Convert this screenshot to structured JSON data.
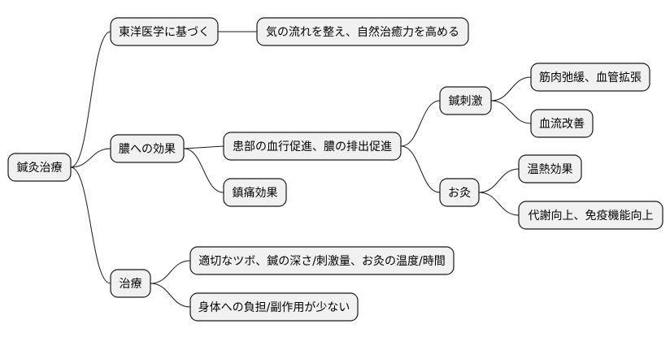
{
  "mindmap": {
    "root": {
      "id": "root",
      "label": "鍼灸治療"
    },
    "nodes": [
      {
        "id": "eastern",
        "label": "東洋医学に基づく",
        "parent": "root"
      },
      {
        "id": "qi",
        "label": "気の流れを整え、自然治癒力を高める",
        "parent": "eastern"
      },
      {
        "id": "pus",
        "label": "膿への効果",
        "parent": "root"
      },
      {
        "id": "promote",
        "label": "患部の血行促進、膿の排出促進",
        "parent": "pus"
      },
      {
        "id": "needle",
        "label": "鍼刺激",
        "parent": "promote"
      },
      {
        "id": "muscle",
        "label": "筋肉弛緩、血管拡張",
        "parent": "needle"
      },
      {
        "id": "blood",
        "label": "血流改善",
        "parent": "needle"
      },
      {
        "id": "moxa",
        "label": "お灸",
        "parent": "promote"
      },
      {
        "id": "warm",
        "label": "温熱効果",
        "parent": "moxa"
      },
      {
        "id": "metab",
        "label": "代謝向上、免疫機能向上",
        "parent": "moxa"
      },
      {
        "id": "pain",
        "label": "鎮痛効果",
        "parent": "pus"
      },
      {
        "id": "treat",
        "label": "治療",
        "parent": "root"
      },
      {
        "id": "tsubo",
        "label": "適切なツボ、鍼の深さ/刺激量、お灸の温度/時間",
        "parent": "treat"
      },
      {
        "id": "burden",
        "label": "身体への負担/副作用が少ない",
        "parent": "treat"
      }
    ]
  }
}
